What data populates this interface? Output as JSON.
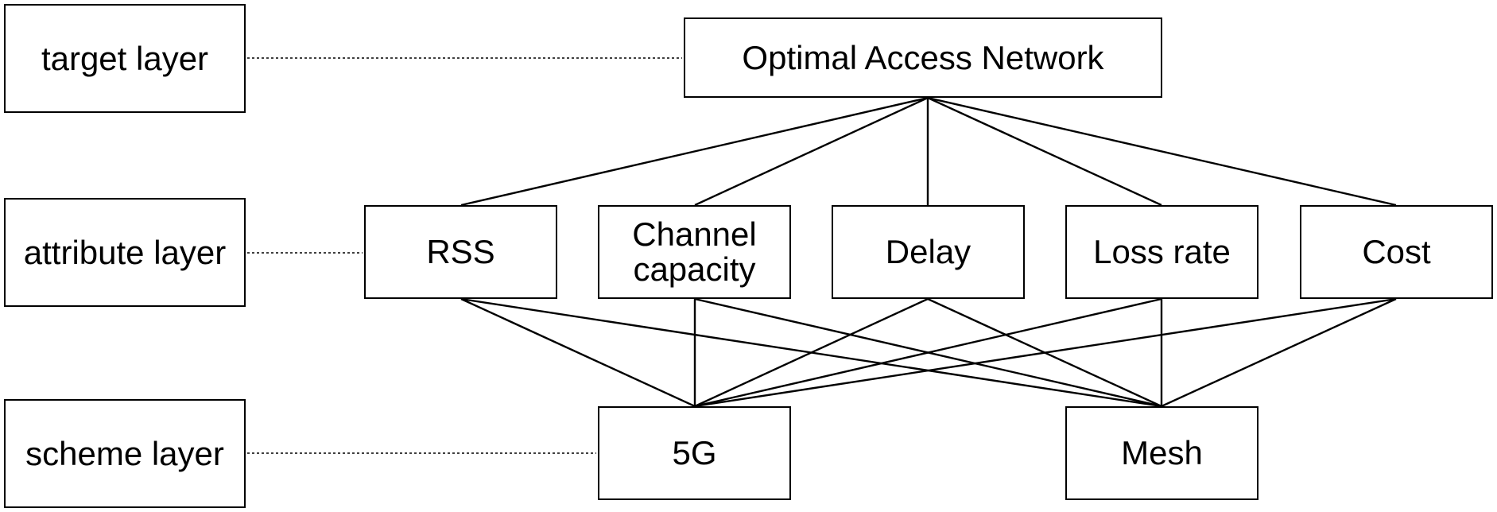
{
  "layers": {
    "target": "target layer",
    "attribute": "attribute layer",
    "scheme": "scheme layer"
  },
  "goal": "Optimal Access Network",
  "attributes": {
    "rss": "RSS",
    "channel_line1": "Channel",
    "channel_line2": "capacity",
    "delay": "Delay",
    "loss_rate": "Loss rate",
    "cost": "Cost"
  },
  "schemes": {
    "five_g": "5G",
    "mesh": "Mesh"
  },
  "colors": {
    "stroke": "#000000",
    "background": "#ffffff"
  }
}
